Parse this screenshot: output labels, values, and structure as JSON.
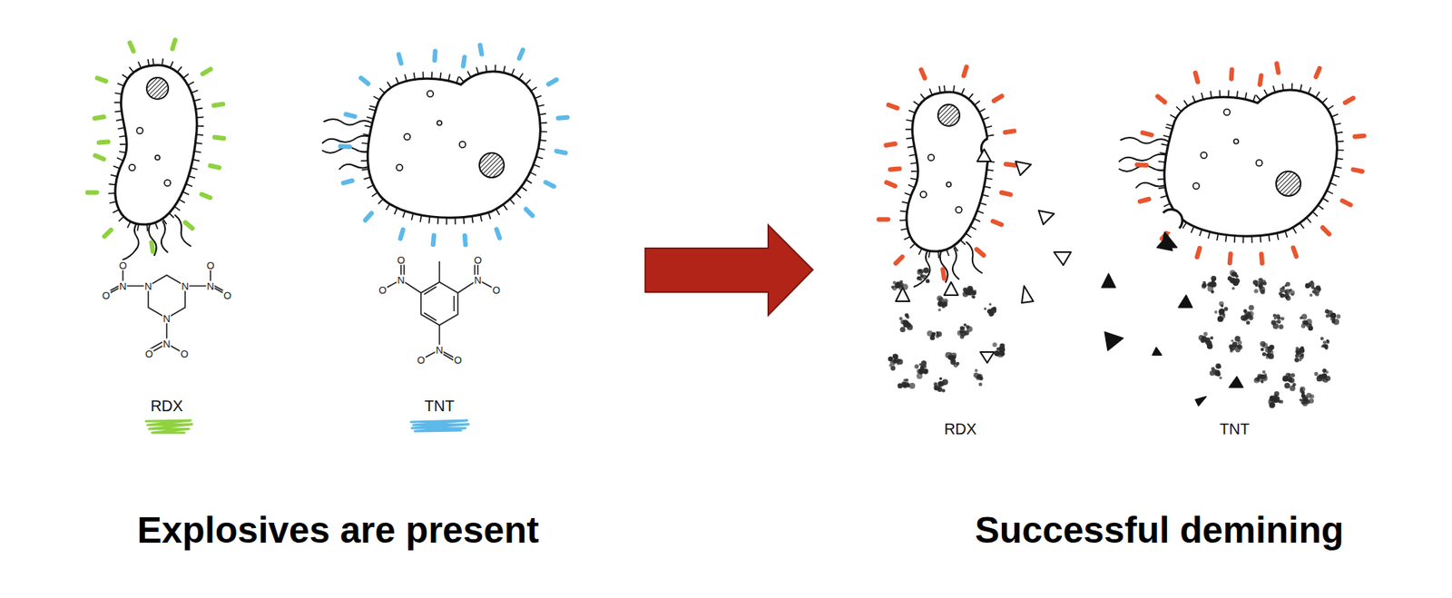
{
  "diagram": {
    "labels": [
      "RDX",
      "TNT",
      "N",
      "N",
      "N",
      "N",
      "O",
      "O",
      "N",
      "O",
      "O",
      "N",
      "O",
      "O",
      "N",
      "O",
      "O",
      "N",
      "O",
      "O",
      "N",
      "O",
      "O",
      "RDX",
      "TNT",
      "Explosives are present",
      "Successful demining"
    ]
  }
}
